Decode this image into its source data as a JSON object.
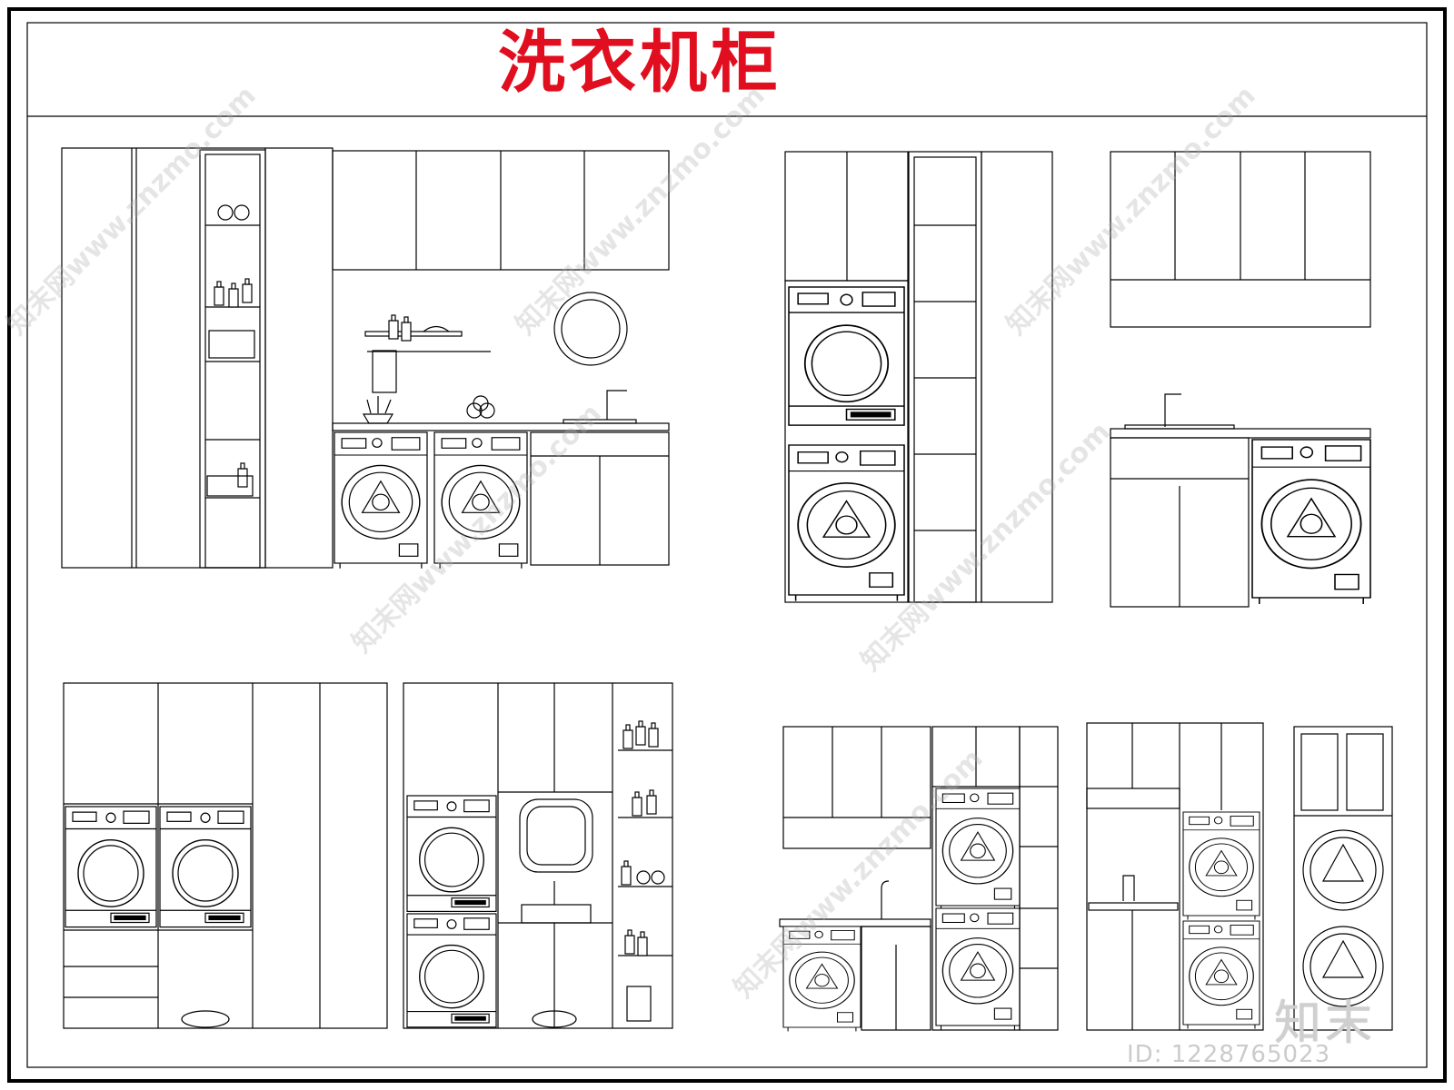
{
  "sheet": {
    "title": "洗衣机柜",
    "title_color": "#e00e1e",
    "line_color": "#000000"
  },
  "watermark": {
    "site_text": "知末网www.znzmo.com",
    "brand_text": "知末",
    "id_text": "ID: 1228765023"
  }
}
